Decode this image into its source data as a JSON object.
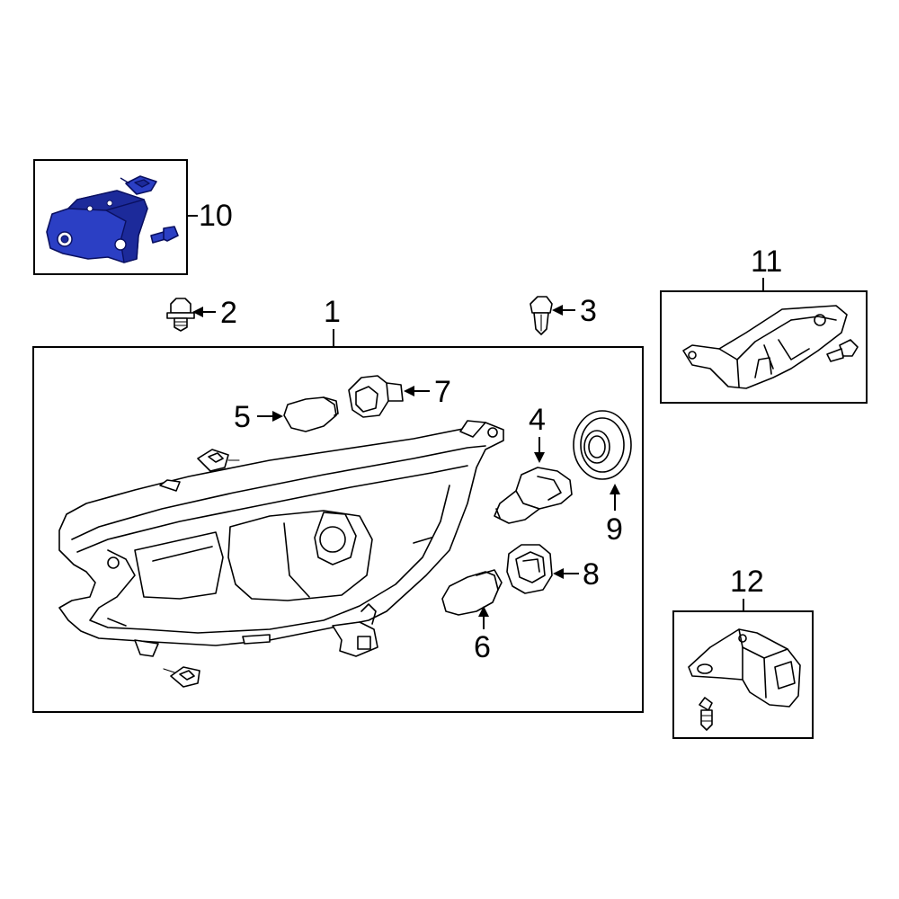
{
  "diagram": {
    "highlight_color": "#2b3fc4",
    "callouts": [
      {
        "id": "c1",
        "label": "1"
      },
      {
        "id": "c2",
        "label": "2"
      },
      {
        "id": "c3",
        "label": "3"
      },
      {
        "id": "c4",
        "label": "4"
      },
      {
        "id": "c5",
        "label": "5"
      },
      {
        "id": "c6",
        "label": "6"
      },
      {
        "id": "c7",
        "label": "7"
      },
      {
        "id": "c8",
        "label": "8"
      },
      {
        "id": "c9",
        "label": "9"
      },
      {
        "id": "c10",
        "label": "10"
      },
      {
        "id": "c11",
        "label": "11"
      },
      {
        "id": "c12",
        "label": "12"
      }
    ]
  }
}
